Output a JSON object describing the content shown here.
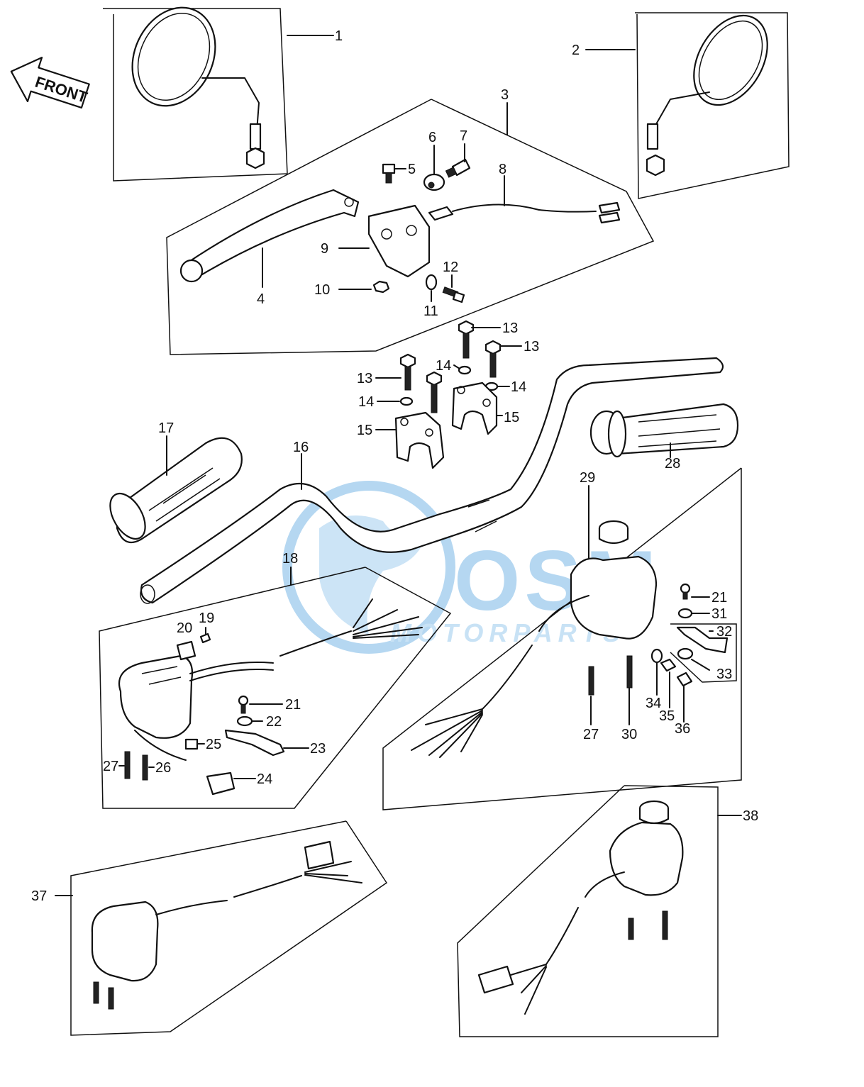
{
  "front_arrow": {
    "label": "FRONT"
  },
  "watermark": {
    "brand_top": "OSM",
    "brand_bottom": "MOTORPARTS",
    "color": "#7ab8e6"
  },
  "callouts": [
    "1",
    "2",
    "3",
    "4",
    "5",
    "6",
    "7",
    "8",
    "9",
    "10",
    "11",
    "12",
    "13",
    "13",
    "13",
    "14",
    "14",
    "14",
    "15",
    "15",
    "16",
    "17",
    "18",
    "19",
    "20",
    "21",
    "21",
    "22",
    "23",
    "24",
    "25",
    "26",
    "27",
    "27",
    "28",
    "29",
    "30",
    "31",
    "32",
    "33",
    "34",
    "35",
    "36",
    "37",
    "38"
  ]
}
